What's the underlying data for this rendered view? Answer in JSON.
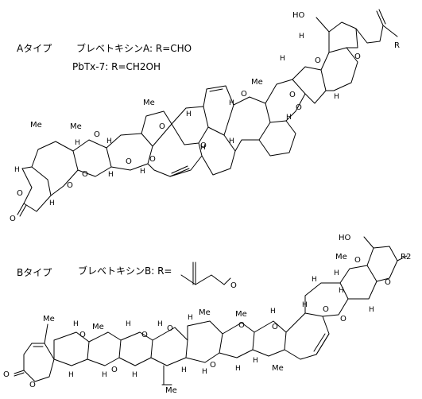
{
  "section_a": {
    "type_label": "Aタイプ",
    "compound_1": "ブレベトキシンA: R=CHO",
    "compound_2": "PbTx-7: R=CH2OH"
  },
  "section_b": {
    "type_label": "Bタイプ",
    "compound_1": "ブレベトキシンB: R="
  },
  "atoms": {
    "O": "O",
    "H": "H",
    "Me": "Me",
    "HO": "HO",
    "R": "R",
    "R2": "R2"
  }
}
